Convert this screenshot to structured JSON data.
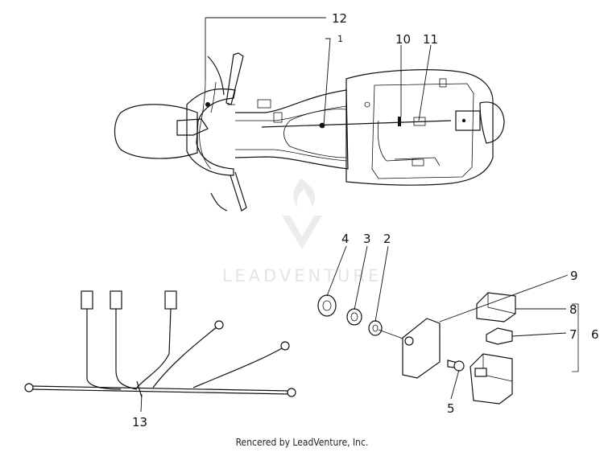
{
  "callouts": {
    "c1": "1",
    "c2": "2",
    "c3": "3",
    "c4": "4",
    "c5": "5",
    "c6": "6",
    "c7": "7",
    "c8": "8",
    "c9": "9",
    "c10": "10",
    "c11": "11",
    "c12": "12",
    "c13": "13"
  },
  "watermark": {
    "brand_text": "LEADVENTURE"
  },
  "footer": {
    "credit": "Rencered by LeadVenture, Inc."
  }
}
